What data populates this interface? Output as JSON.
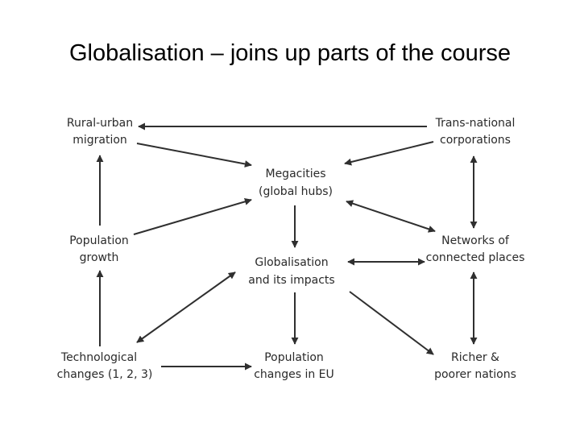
{
  "slide": {
    "title": "Globalisation – joins up parts of the course"
  },
  "diagram": {
    "nodes": {
      "rural_urban": [
        "Rural-urban",
        "migration"
      ],
      "tnc": [
        "Trans-national",
        "corporations"
      ],
      "megacities": [
        "Megacities",
        "(global hubs)"
      ],
      "population_growth": [
        "Population",
        "growth"
      ],
      "networks": [
        "Networks of",
        "connected places"
      ],
      "globalisation": [
        "Globalisation",
        "and its impacts"
      ],
      "technological": [
        "Technological",
        "changes (1, 2, 3)"
      ],
      "population_eu": [
        "Population",
        "changes in EU"
      ],
      "richer_poorer": [
        "Richer &",
        "poorer nations"
      ]
    }
  }
}
